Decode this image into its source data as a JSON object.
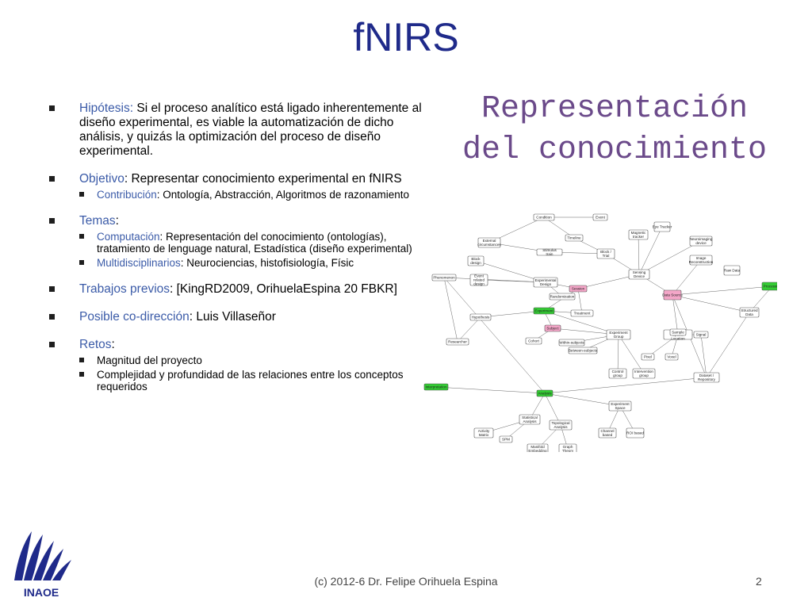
{
  "title": "fNIRS",
  "heading": {
    "line1": "Representación",
    "line2": "del conocimiento"
  },
  "bullets": [
    {
      "label": "Hipótesis:",
      "text": " Si el proceso analítico está ligado inherentemente al diseño experimental, es viable la automatización de dicho análisis, y quizás la optimización del proceso de diseño experimental.",
      "subs": []
    },
    {
      "label": "Objetivo",
      "text": ": Representar conocimiento experimental en fNIRS",
      "subs": [
        {
          "label": "Contribución",
          "text": ": Ontología, Abstracción, Algoritmos de razonamiento"
        }
      ]
    },
    {
      "label": "Temas",
      "text": ":",
      "subs": [
        {
          "label": "Computación",
          "text": ": Representación del conocimiento (ontologías), tratamiento de lenguage natural, Estadística (diseño experimental)"
        },
        {
          "label": "Multidisciplinarios",
          "text": ": Neurociencias, histofisiología, Físic"
        }
      ]
    },
    {
      "label": "Trabajos previos",
      "text": ": [KingRD2009, OrihuelaEspina 20 FBKR]",
      "subs": []
    },
    {
      "label": "Posible co-dirección",
      "text": ": Luis Villaseñor",
      "subs": []
    },
    {
      "label": "Retos",
      "text": ":",
      "subs": [
        {
          "label": "",
          "text": "Magnitud del proyecto"
        },
        {
          "label": "",
          "text": "Complejidad y profundidad de las relaciones entre los conceptos requeridos"
        }
      ]
    }
  ],
  "concept_map": {
    "nodes": [
      {
        "label": "Condition",
        "color": "#ffffff"
      },
      {
        "label": "Event",
        "color": "#ffffff"
      },
      {
        "label": "External circumstances",
        "color": "#ffffff"
      },
      {
        "label": "Timeline",
        "color": "#ffffff"
      },
      {
        "label": "Eye Tracker",
        "color": "#ffffff"
      },
      {
        "label": "Magnetic tracker",
        "color": "#ffffff"
      },
      {
        "label": "Neuroimaging device",
        "color": "#ffffff"
      },
      {
        "label": "Stimulus train",
        "color": "#ffffff"
      },
      {
        "label": "Block / Trial",
        "color": "#ffffff"
      },
      {
        "label": "Image Reconstruction",
        "color": "#ffffff"
      },
      {
        "label": "Block design",
        "color": "#ffffff"
      },
      {
        "label": "Raw Data",
        "color": "#ffffff"
      },
      {
        "label": "Phenomenon",
        "color": "#ffffff"
      },
      {
        "label": "Event related design",
        "color": "#ffffff"
      },
      {
        "label": "Experimental Design",
        "color": "#ffffff"
      },
      {
        "label": "Sensing Device",
        "color": "#ffffff"
      },
      {
        "label": "Session",
        "color": "#f4a6c8"
      },
      {
        "label": "Data Source",
        "color": "#f4a6c8"
      },
      {
        "label": "Processing",
        "color": "#33cc33"
      },
      {
        "label": "Randomization",
        "color": "#ffffff"
      },
      {
        "label": "Experiment",
        "color": "#33cc33"
      },
      {
        "label": "Treatment",
        "color": "#ffffff"
      },
      {
        "label": "Structured Data",
        "color": "#ffffff"
      },
      {
        "label": "Hypothesis",
        "color": "#ffffff"
      },
      {
        "label": "Subject",
        "color": "#f4a6c8"
      },
      {
        "label": "Experiment Group",
        "color": "#ffffff"
      },
      {
        "label": "Channel / Spatial Location",
        "color": "#ffffff"
      },
      {
        "label": "Sample",
        "color": "#ffffff"
      },
      {
        "label": "Signal",
        "color": "#ffffff"
      },
      {
        "label": "Researcher",
        "color": "#ffffff"
      },
      {
        "label": "Cohort",
        "color": "#ffffff"
      },
      {
        "label": "Within-subjects",
        "color": "#ffffff"
      },
      {
        "label": "Between-subjects",
        "color": "#ffffff"
      },
      {
        "label": "Pixel",
        "color": "#ffffff"
      },
      {
        "label": "Voxel",
        "color": "#ffffff"
      },
      {
        "label": "Control group",
        "color": "#ffffff"
      },
      {
        "label": "Intervention group",
        "color": "#ffffff"
      },
      {
        "label": "Interpretation",
        "color": "#33cc33"
      },
      {
        "label": "Analysis",
        "color": "#33cc33"
      },
      {
        "label": "Dataset / Repository",
        "color": "#ffffff"
      },
      {
        "label": "Experiment Space",
        "color": "#ffffff"
      },
      {
        "label": "Statistical Analysis",
        "color": "#ffffff"
      },
      {
        "label": "Topological Analysis",
        "color": "#ffffff"
      },
      {
        "label": "Activity Matrix",
        "color": "#ffffff"
      },
      {
        "label": "SPM",
        "color": "#ffffff"
      },
      {
        "label": "Manifold Embedding",
        "color": "#ffffff"
      },
      {
        "label": "Graph Theory",
        "color": "#ffffff"
      },
      {
        "label": "Channel based",
        "color": "#ffffff"
      },
      {
        "label": "ROI based",
        "color": "#ffffff"
      }
    ]
  },
  "footer": "(c) 2012-6 Dr. Felipe Orihuela Espina",
  "page_number": "2",
  "logo_text": "INAOE"
}
